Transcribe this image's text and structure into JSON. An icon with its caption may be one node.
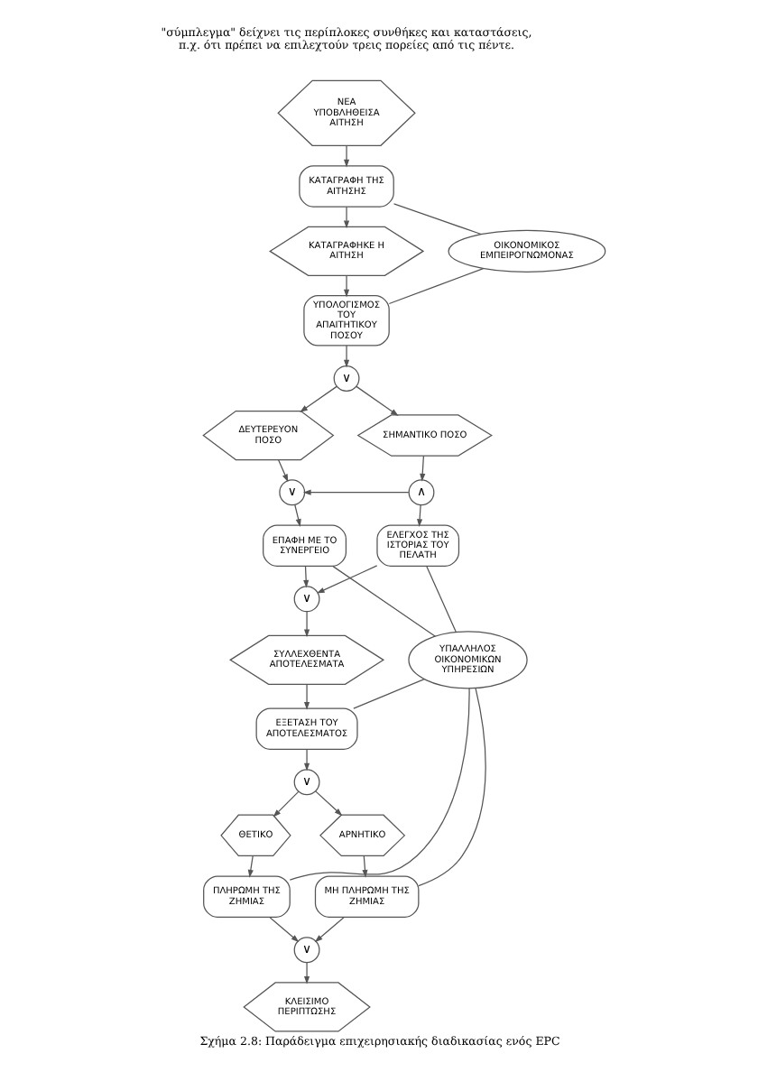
{
  "diagram": {
    "caption": "Σχήμα 2.8: Παράδειγμα επιχειρησιακής διαδικασίας ενός EPC",
    "nodes": [
      {
        "text": [
          "ΝΕΑ ΥΠΟΒΛΗΘΕΙΣΑ ΑΙΤΗΣΗ"
        ]
      },
      {
        "text": [
          "ΚΑΤΑΓΡΑΦΗ ΤΗΣ ΑΙΤΗΣΗΣ"
        ]
      },
      {
        "text": [
          "ΚΑΤΑΓΡΑΦΗΚΕ Η ΑΙΤΗΣΗ"
        ]
      },
      {
        "text": [
          "ΥΠΟΛΟΓΙΣΜΟΣ ΤΟΥ ΑΠΑΙΤΗΤΙΚΟΥ ΠΟΣΟΥ"
        ]
      },
      {
        "text": [
          "ΟΙΚΟΝΟΜΙΚΟΣ ΕΜΠΕΙΡΟΓΝΩΜΟΝΑΣ"
        ]
      },
      {
        "text": [
          "∨"
        ]
      },
      {
        "text": [
          "ΔΕΥΤΕΡΕΥΟΝ ΠΟΣΟ"
        ]
      },
      {
        "text": [
          "ΣΗΜΑΝΤΙΚΟ ΠΟΣΟ"
        ]
      },
      {
        "text": [
          "∨"
        ]
      },
      {
        "text": [
          "∧"
        ]
      },
      {
        "text": [
          "ΕΠΑΦΗ ΜΕ ΤΟ ΣΥΝΕΡΓΕΙΟ"
        ]
      },
      {
        "text": [
          "ΕΛΕΓΧΟΣ ΤΗΣ ΙΣΤΟΡΙΑΣ ΤΟΥ ΠΕΛΑΤΗ"
        ]
      },
      {
        "text": [
          "∨"
        ]
      },
      {
        "text": [
          "ΣΥΛΛΕΧΘΕΝΤΑ ΑΠΟΤΕΛΕΣΜΑΤΑ"
        ]
      },
      {
        "text": [
          "ΕΞΕΤΑΣΗ ΤΟΥ ΑΠΟΤΕΛΕΣΜΑΤΟΣ"
        ]
      },
      {
        "text": [
          "ΥΠΑΛΛΗΛΟΣ ΟΙΚΟΝΟΜΙΚΩΝ ΥΠΗΡΕΣΙΩΝ"
        ]
      },
      {
        "text": [
          "∨"
        ]
      },
      {
        "text": [
          "ΘΕΤΙΚΟ"
        ]
      },
      {
        "text": [
          "ΑΡΝΗΤΙΚΟ"
        ]
      },
      {
        "text": [
          "ΠΛΗΡΩΜΗ ΤΗΣ ΖΗΜΙΑΣ"
        ]
      },
      {
        "text": [
          "ΜΗ ΠΛΗΡΩΜΗ ΤΗΣ ΖΗΜΙΑΣ"
        ]
      },
      {
        "text": [
          "∨"
        ]
      },
      {
        "text": [
          "ΚΛΕΙΣΙΜΟ ΠΕΡΙΠΤΩΣΗΣ"
        ]
      }
    ],
    "edges": [
      {
        "from": 0,
        "to": 1,
        "arrow": "to"
      },
      {
        "from": 1,
        "to": 2,
        "arrow": "to"
      },
      {
        "from": 2,
        "to": 3,
        "arrow": "to"
      },
      {
        "from": 4,
        "to": 1,
        "arrow": "none"
      },
      {
        "from": 4,
        "to": 3,
        "arrow": "none"
      },
      {
        "from": 3,
        "to": 5,
        "arrow": "to"
      },
      {
        "from": 5,
        "to": 6,
        "arrow": "to"
      },
      {
        "from": 5,
        "to": 7,
        "arrow": "to"
      },
      {
        "from": 6,
        "to": 8,
        "arrow": "to"
      },
      {
        "from": 7,
        "to": 9,
        "arrow": "to"
      },
      {
        "from": 9,
        "to": 8,
        "arrow": "to"
      },
      {
        "from": 8,
        "to": 10,
        "arrow": "to"
      },
      {
        "from": 9,
        "to": 11,
        "arrow": "to"
      },
      {
        "from": 10,
        "to": 12,
        "arrow": "to"
      },
      {
        "from": 11,
        "to": 12,
        "arrow": "to"
      },
      {
        "from": 12,
        "to": 13,
        "arrow": "to"
      },
      {
        "from": 13,
        "to": 14,
        "arrow": "to"
      },
      {
        "from": 15,
        "to": 10,
        "arrow": "none"
      },
      {
        "from": 15,
        "to": 11,
        "arrow": "none"
      },
      {
        "from": 15,
        "to": 14,
        "arrow": "none"
      },
      {
        "from": 14,
        "to": 16,
        "arrow": "to"
      },
      {
        "from": 16,
        "to": 17,
        "arrow": "to"
      },
      {
        "from": 16,
        "to": 18,
        "arrow": "to"
      },
      {
        "from": 17,
        "to": 19,
        "arrow": "to"
      },
      {
        "from": 18,
        "to": 20,
        "arrow": "to"
      },
      {
        "from": 15,
        "to": 19,
        "arrow": "none"
      },
      {
        "from": 15,
        "to": 20,
        "arrow": "none"
      },
      {
        "from": 19,
        "to": 21,
        "arrow": "to"
      },
      {
        "from": 20,
        "to": 21,
        "arrow": "to"
      },
      {
        "from": 21,
        "to": 22,
        "arrow": "to"
      }
    ],
    "labels": [
      "\"σύμπλεγμα\" δείχνει τις περίπλοκες συνθήκες και καταστάσεις, π.χ. ότι πρέπει να επιλεχτούν τρεις πορείες από τις πέντε."
    ]
  }
}
